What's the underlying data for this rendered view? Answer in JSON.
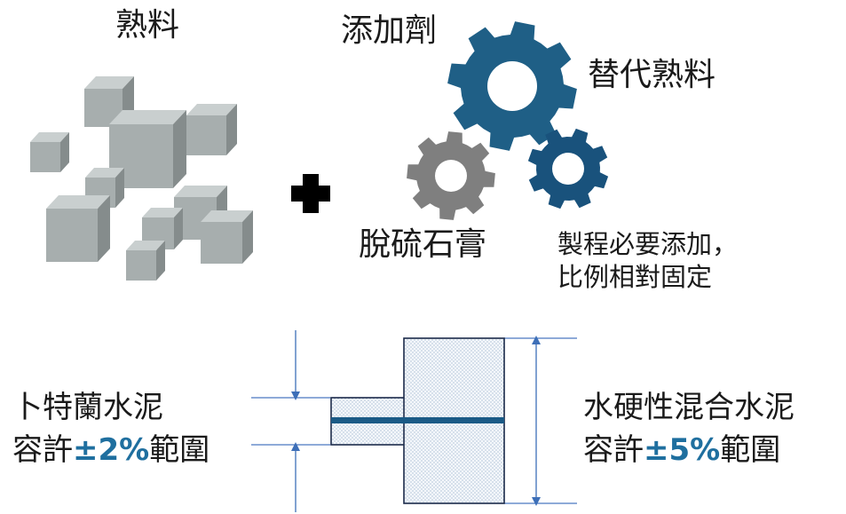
{
  "labels": {
    "clinker": "熟料",
    "additive": "添加劑",
    "alt_clinker": "替代熟料",
    "gypsum": "脫硫石膏",
    "fixed_note_1": "製程必要添加，",
    "fixed_note_2": "比例相對固定"
  },
  "portland": {
    "line1": "卜特蘭水泥",
    "prefix": "容許",
    "tolerance": "±2%",
    "suffix": "範圍"
  },
  "blended": {
    "line1": "水硬性混合水泥",
    "prefix": "容許",
    "tolerance": "±5%",
    "suffix": "範圍"
  },
  "icons": [
    "cubes-icon",
    "plus-icon",
    "large-gear-icon",
    "gray-gear-icon",
    "small-gear-icon",
    "arrow-icon"
  ],
  "colors": {
    "gear_large": "#1f5f86",
    "gear_small": "#19527c",
    "gear_gray": "#7f7f7f",
    "cube": "#a9b0b0",
    "accent": "#1f6f9f",
    "box_outline": "#1b2a4a",
    "arrows": "#3d6fb8"
  }
}
